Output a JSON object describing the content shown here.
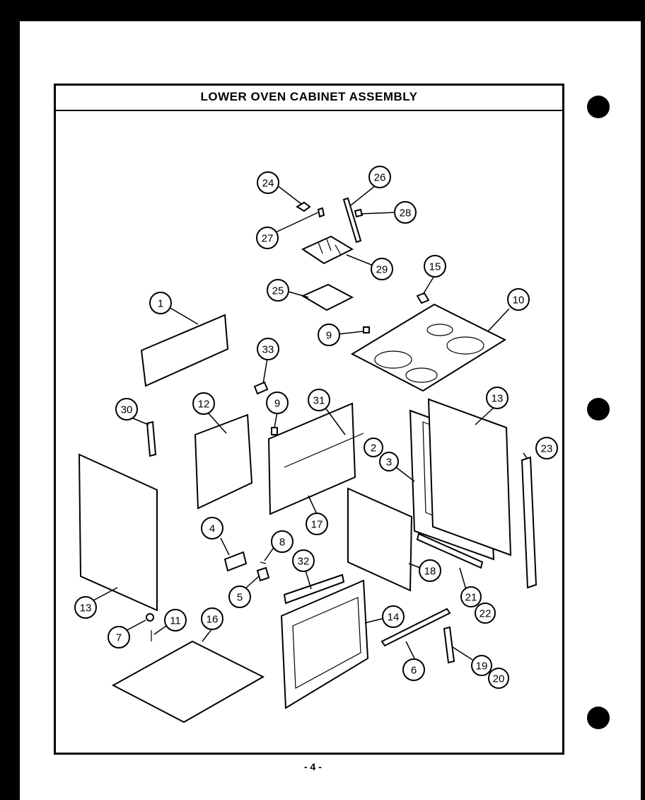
{
  "title": "LOWER OVEN CABINET ASSEMBLY",
  "page_number": "- 4 -",
  "callouts": [
    "1",
    "2",
    "3",
    "4",
    "5",
    "6",
    "7",
    "8",
    "9",
    "9",
    "10",
    "11",
    "12",
    "13",
    "13",
    "14",
    "15",
    "16",
    "17",
    "18",
    "19",
    "20",
    "21",
    "22",
    "23",
    "24",
    "25",
    "26",
    "27",
    "28",
    "29",
    "30",
    "31",
    "32",
    "33"
  ]
}
